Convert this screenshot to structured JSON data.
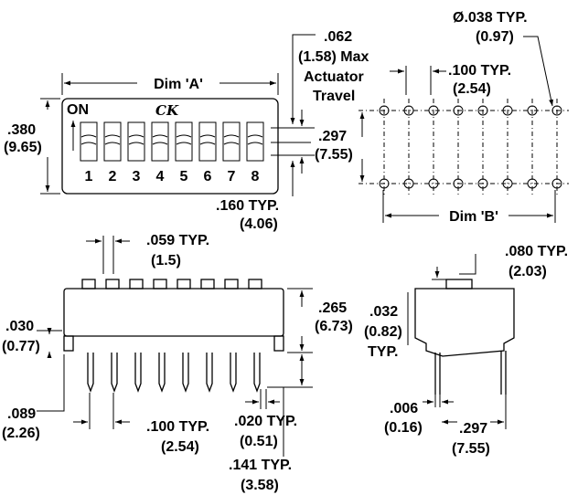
{
  "top_view": {
    "dim_a": "Dim 'A'",
    "on_label": "ON",
    "logo": "CK",
    "switch_numbers": [
      "1",
      "2",
      "3",
      "4",
      "5",
      "6",
      "7",
      "8"
    ],
    "height_in": ".380",
    "height_mm": "(9.65)",
    "travel_in": ".062",
    "travel_mm_text": "(1.58) Max",
    "travel_line2": "Actuator",
    "travel_line3": "Travel",
    "actuator_in": ".297",
    "actuator_mm": "(7.55)",
    "pitch_in": ".160 TYP.",
    "pitch_mm": "(4.06)"
  },
  "footprint": {
    "hole_in": "Ø.038 TYP.",
    "hole_mm": "(0.97)",
    "pitch_in": ".100 TYP.",
    "pitch_mm": "(2.54)",
    "dim_b": "Dim 'B'"
  },
  "side_view": {
    "act_width_in": ".059 TYP.",
    "act_width_mm": "(1.5)",
    "body_h_in": ".265",
    "body_h_mm": "(6.73)",
    "standoff_in": ".030",
    "standoff_mm": "(0.77)",
    "pin_offset_in": ".089",
    "pin_offset_mm": "(2.26)",
    "pin_pitch_in": ".100 TYP.",
    "pin_pitch_mm": "(2.54)",
    "pin_width_in": ".020 TYP.",
    "pin_width_mm": "(0.51)",
    "pin_len_in": ".141 TYP.",
    "pin_len_mm": "(3.58)"
  },
  "end_view": {
    "act_h_in": ".080 TYP.",
    "act_h_mm": "(2.03)",
    "flange_in": ".032",
    "flange_mm": "(0.82)",
    "flange_typ": "TYP.",
    "pin_t_in": ".006",
    "pin_t_mm": "(0.16)",
    "row_in": ".297",
    "row_mm": "(7.55)"
  }
}
